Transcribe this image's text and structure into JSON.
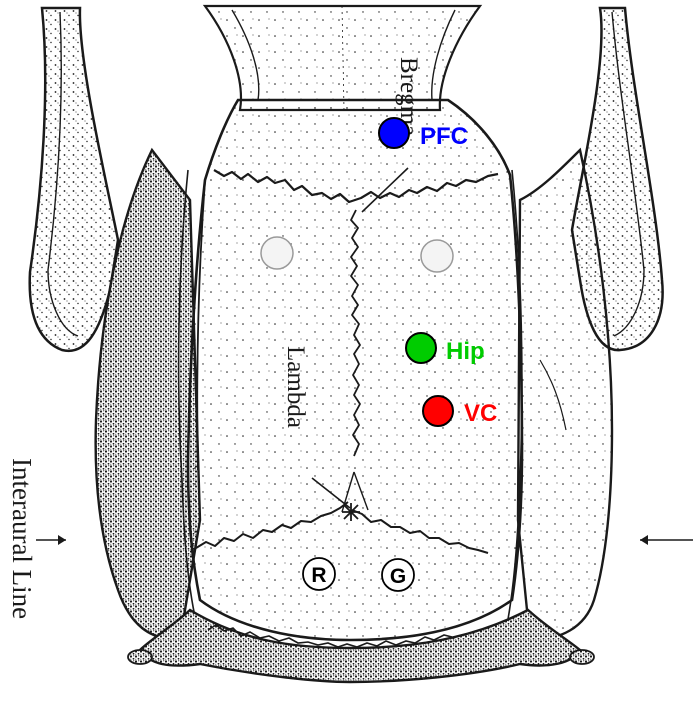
{
  "labels": {
    "bregma": "Bregma",
    "lambda": "Lambda",
    "interaural_line": "Interaural Line"
  },
  "regions": [
    {
      "key": "pfc",
      "label": "PFC",
      "color": "#0000ff"
    },
    {
      "key": "hip",
      "label": "Hip",
      "color": "#00cc00"
    },
    {
      "key": "vc",
      "label": "VC",
      "color": "#ff0000"
    }
  ],
  "reference_electrodes": [
    {
      "key": "r",
      "label": "R"
    },
    {
      "key": "g",
      "label": "G"
    }
  ],
  "colors": {
    "ink": "#1a1a1a",
    "bone_fill": "#ffffff",
    "open_marker_fill": "#f4f4f4",
    "open_marker_stroke": "#9a9a9a"
  }
}
